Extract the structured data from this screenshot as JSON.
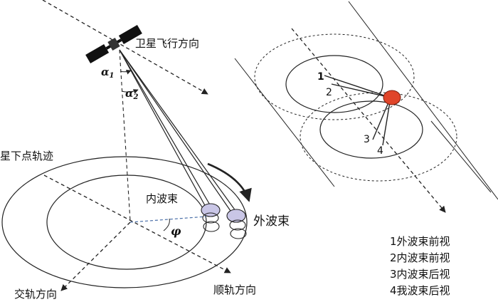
{
  "labels": {
    "flight_direction": "卫星飞行方向",
    "nadir_track": "星下点轨迹",
    "inner_beam": "内波束",
    "outer_beam": "外波束",
    "cross_track": "交轨方向",
    "along_track": "顺轨方向",
    "alpha1": "α",
    "alpha1_sub": "1",
    "alpha2": "α",
    "alpha2_sub": "2",
    "phi": "φ"
  },
  "right_diagram": {
    "markers": [
      "1",
      "2",
      "3",
      "4"
    ],
    "legend": [
      "1外波束前视",
      "2内波束前视",
      "3内波束后视",
      "4我波束后视"
    ]
  },
  "colors": {
    "target_dot": "#e0452a",
    "beam_fill": "#c9c6e6",
    "line": "#222222"
  }
}
